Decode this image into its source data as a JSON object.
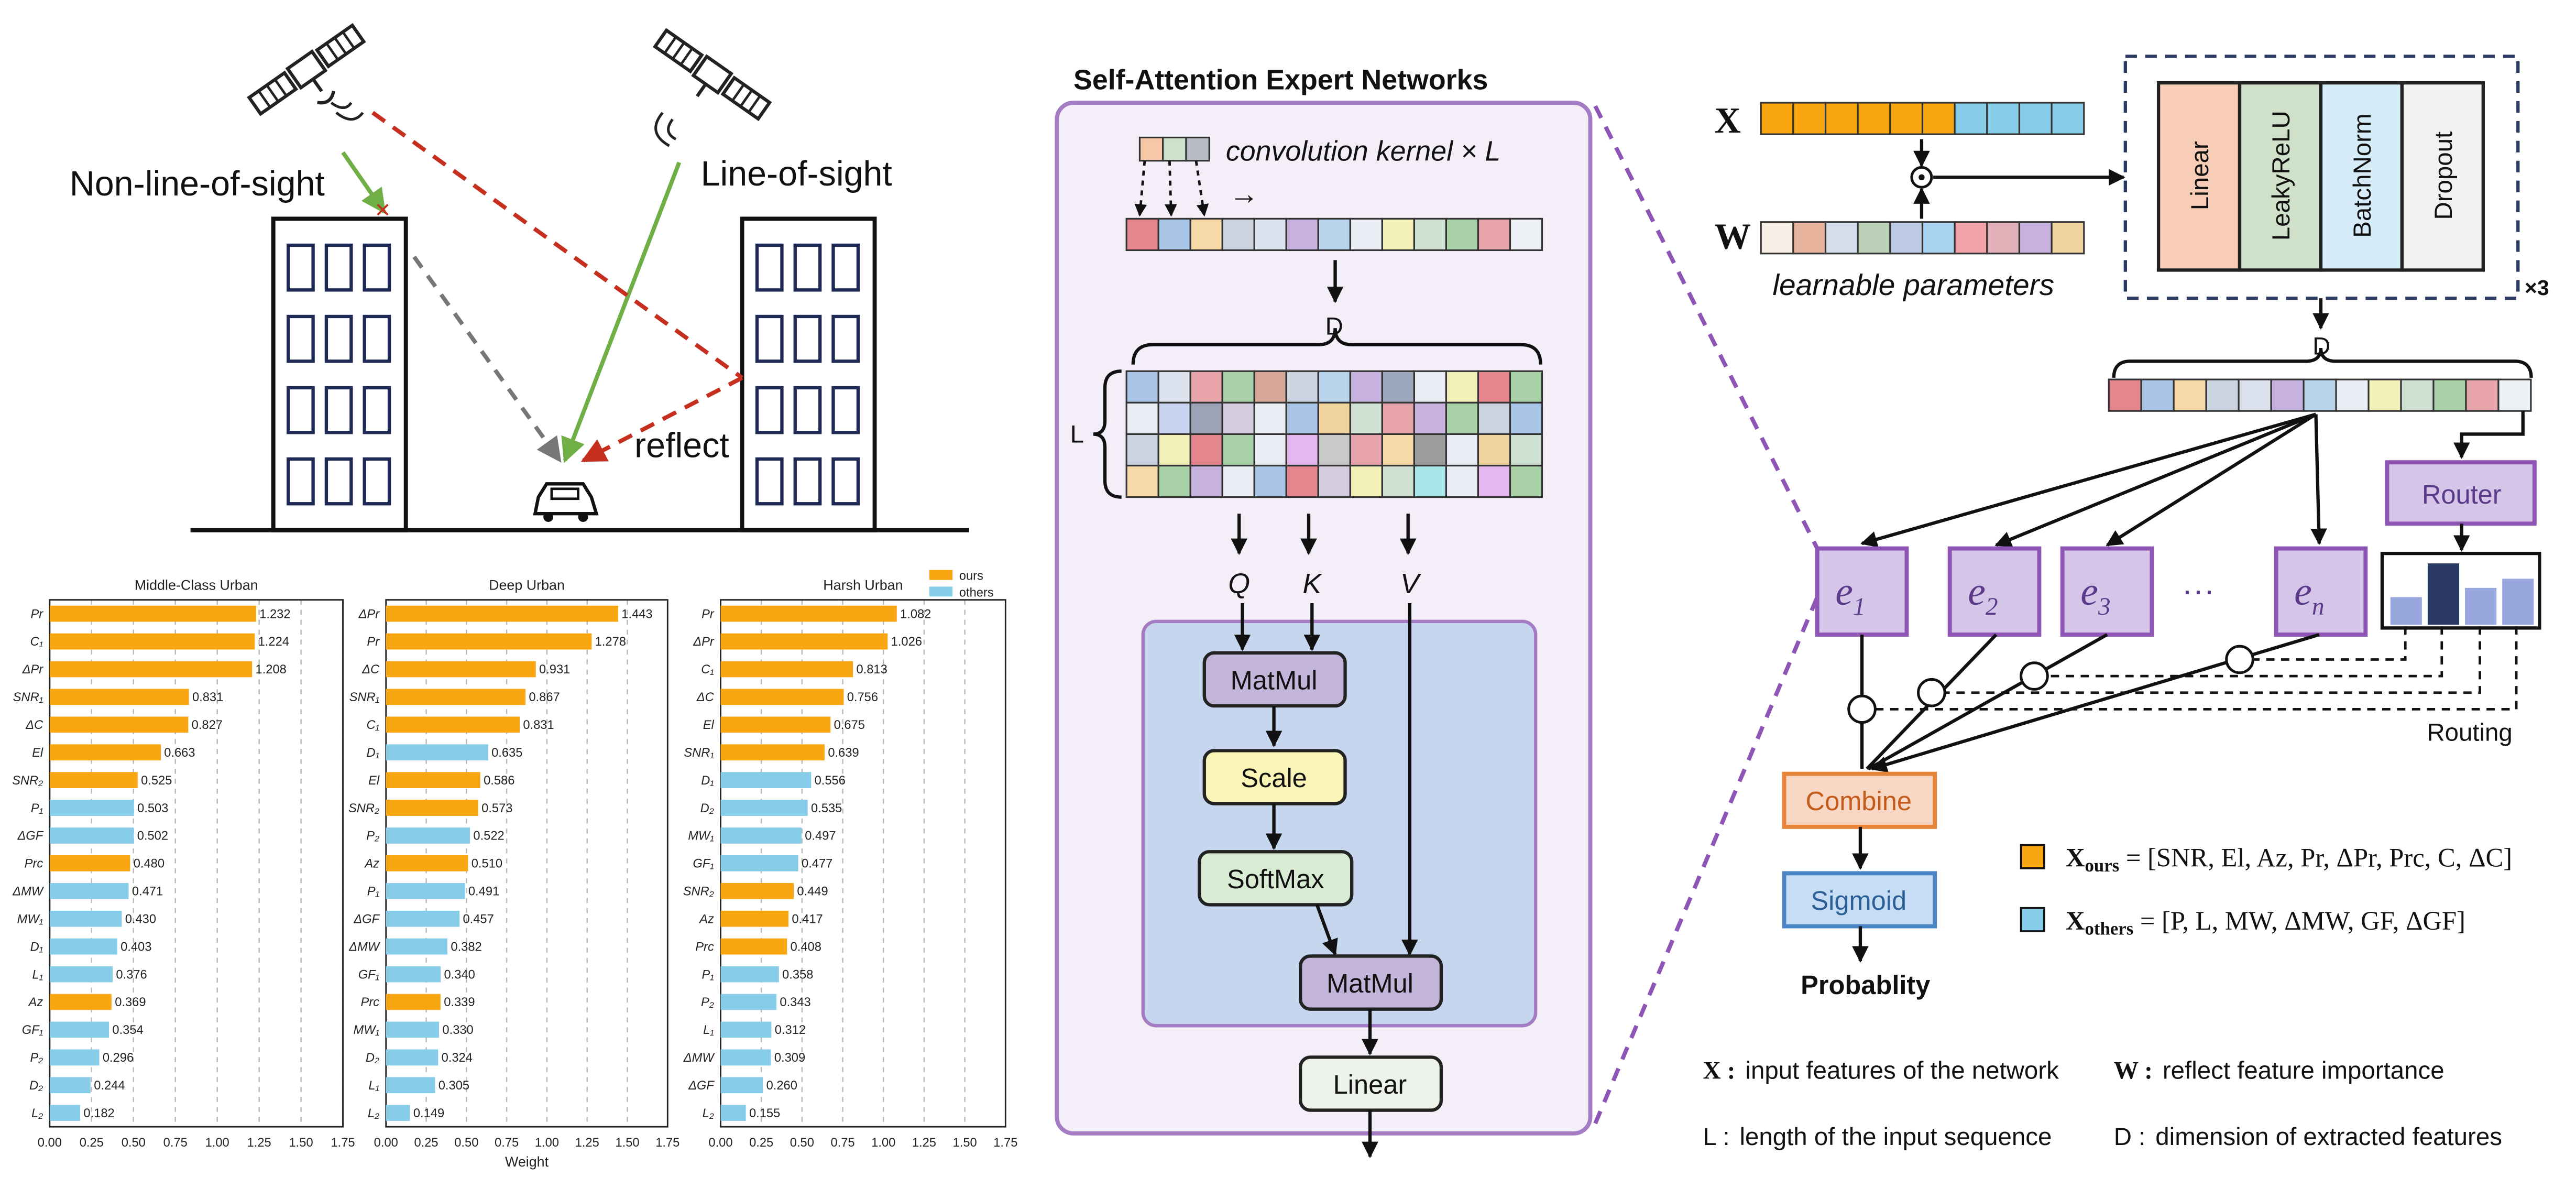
{
  "scene": {
    "nlos_label": "Non-line-of-sight",
    "los_label": "Line-of-sight",
    "reflect_label": "reflect"
  },
  "attention": {
    "title": "Self-Attention Expert Networks",
    "conv_label": "convolution kernel × L",
    "arrow": "→",
    "dim_D": "D",
    "dim_L": "L",
    "q": "Q",
    "k": "K",
    "v": "V",
    "matmul1": "MatMul",
    "scale": "Scale",
    "softmax": "SoftMax",
    "matmul2": "MatMul",
    "linear": "Linear"
  },
  "moe": {
    "x_label": "X",
    "w_label": "W",
    "learnable": "learnable parameters",
    "odot": "⊙",
    "layers": [
      "Linear",
      "LeakyReLU",
      "BatchNorm",
      "Dropout"
    ],
    "times3": "×3",
    "dim_D": "D",
    "router": "Router",
    "routing": "Routing",
    "experts": [
      {
        "base": "e",
        "sub": "1"
      },
      {
        "base": "e",
        "sub": "2"
      },
      {
        "base": "e",
        "sub": "3"
      },
      {
        "base": "e",
        "sub": "n"
      }
    ],
    "dots": "···",
    "router_bars": [
      0.45,
      1.0,
      0.6,
      0.75
    ],
    "combine": "Combine",
    "sigmoid": "Sigmoid",
    "probablity": "Probablity"
  },
  "legend": {
    "ours_prefix": "X",
    "ours_sub": "ours",
    "ours_list": " = [SNR, El, Az, Pr, ΔPr, Prc, C, ΔC]",
    "others_prefix": "X",
    "others_sub": "others",
    "others_list": " = [P, L, MW, ΔMW, GF, ΔGF]",
    "notes": [
      {
        "key": "X :",
        "text": "input features of the network"
      },
      {
        "key": "W :",
        "text": "reflect feature importance"
      },
      {
        "key": "L :",
        "text": "length of the input sequence"
      },
      {
        "key": "D :",
        "text": "dimension of extracted features"
      }
    ]
  },
  "colors": {
    "ours": "#F8A713",
    "others": "#87CCE8",
    "purple": "#8E55B5",
    "green": "#6FAF46",
    "red": "#C62E1E",
    "combine": "#E8833A",
    "sigmoid": "#4A86C5"
  },
  "chart_data": [
    {
      "type": "bar",
      "orientation": "horizontal",
      "title": "Middle-Class Urban",
      "categories": [
        "Pr",
        "C₁",
        "ΔPr",
        "SNR₁",
        "ΔC",
        "El",
        "SNR₂",
        "P₁",
        "ΔGF",
        "Prc",
        "ΔMW",
        "MW₁",
        "D₁",
        "L₁",
        "Az",
        "GF₁",
        "P₂",
        "D₂",
        "L₂"
      ],
      "values": [
        1.232,
        1.224,
        1.208,
        0.831,
        0.827,
        0.663,
        0.525,
        0.503,
        0.502,
        0.48,
        0.471,
        0.43,
        0.403,
        0.376,
        0.369,
        0.354,
        0.296,
        0.244,
        0.182
      ],
      "groups": [
        "ours",
        "ours",
        "ours",
        "ours",
        "ours",
        "ours",
        "ours",
        "others",
        "others",
        "ours",
        "others",
        "others",
        "others",
        "others",
        "ours",
        "others",
        "others",
        "others",
        "others"
      ],
      "xlim": [
        0,
        1.75
      ],
      "xticks": [
        "0.00",
        "0.25",
        "0.50",
        "0.75",
        "1.00",
        "1.25",
        "1.50",
        "1.75"
      ],
      "grid": "vertical-dashed"
    },
    {
      "type": "bar",
      "orientation": "horizontal",
      "title": "Deep Urban",
      "categories": [
        "ΔPr",
        "Pr",
        "ΔC",
        "SNR₁",
        "C₁",
        "D₁",
        "El",
        "SNR₂",
        "P₂",
        "Az",
        "P₁",
        "ΔGF",
        "ΔMW",
        "GF₁",
        "Prc",
        "MW₁",
        "D₂",
        "L₁",
        "L₂"
      ],
      "values": [
        1.443,
        1.278,
        0.931,
        0.867,
        0.831,
        0.635,
        0.586,
        0.573,
        0.522,
        0.51,
        0.491,
        0.457,
        0.382,
        0.34,
        0.339,
        0.33,
        0.324,
        0.305,
        0.149
      ],
      "groups": [
        "ours",
        "ours",
        "ours",
        "ours",
        "ours",
        "others",
        "ours",
        "ours",
        "others",
        "ours",
        "others",
        "others",
        "others",
        "others",
        "ours",
        "others",
        "others",
        "others",
        "others"
      ],
      "xlim": [
        0,
        1.75
      ],
      "xticks": [
        "0.00",
        "0.25",
        "0.50",
        "0.75",
        "1.00",
        "1.25",
        "1.50",
        "1.75"
      ],
      "xlabel": "Weight",
      "grid": "vertical-dashed"
    },
    {
      "type": "bar",
      "orientation": "horizontal",
      "title": "Harsh Urban",
      "categories": [
        "Pr",
        "ΔPr",
        "C₁",
        "ΔC",
        "El",
        "SNR₁",
        "D₁",
        "D₂",
        "MW₁",
        "GF₁",
        "SNR₂",
        "Az",
        "Prc",
        "P₁",
        "P₂",
        "L₁",
        "ΔMW",
        "ΔGF",
        "L₂"
      ],
      "values": [
        1.082,
        1.026,
        0.813,
        0.756,
        0.675,
        0.639,
        0.556,
        0.535,
        0.497,
        0.477,
        0.449,
        0.417,
        0.408,
        0.358,
        0.343,
        0.312,
        0.309,
        0.26,
        0.155
      ],
      "groups": [
        "ours",
        "ours",
        "ours",
        "ours",
        "ours",
        "ours",
        "others",
        "others",
        "others",
        "others",
        "ours",
        "ours",
        "ours",
        "others",
        "others",
        "others",
        "others",
        "others",
        "others"
      ],
      "xlim": [
        0,
        1.75
      ],
      "xticks": [
        "0.00",
        "0.25",
        "0.50",
        "0.75",
        "1.00",
        "1.25",
        "1.50",
        "1.75"
      ],
      "legend": [
        {
          "name": "ours"
        },
        {
          "name": "others"
        }
      ],
      "legend_position": "top-right",
      "grid": "vertical-dashed"
    }
  ]
}
